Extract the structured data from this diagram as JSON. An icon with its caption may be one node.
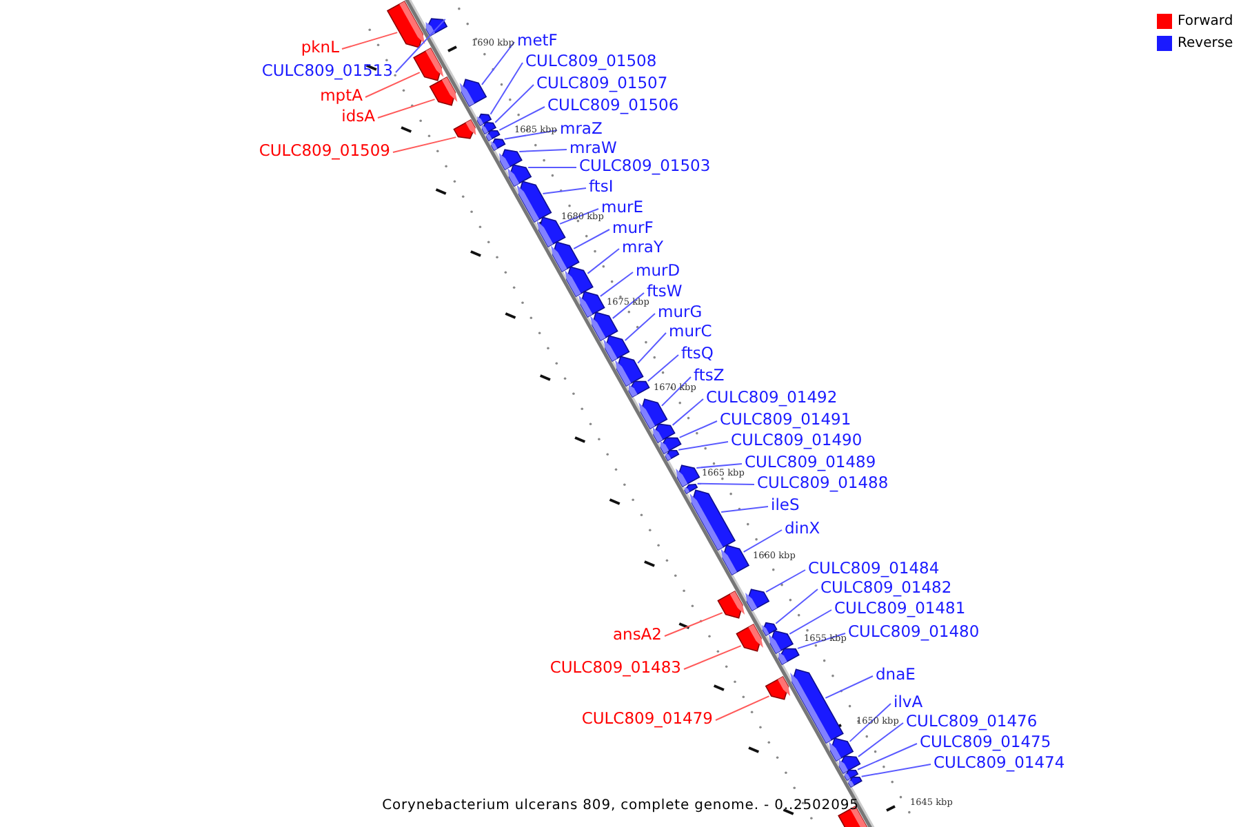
{
  "diagram": {
    "caption": "Corynebacterium ulcerans 809, complete genome. - 0..2502095",
    "nodes": [
      {
        "text": [
          "metF"
        ]
      },
      {
        "text": [],
        "shape": "arrow"
      },
      {
        "text": [
          "pknL"
        ]
      },
      {
        "text": [],
        "shape": "arrow"
      },
      {
        "text": [
          "CULC809_01508"
        ]
      },
      {
        "text": [],
        "shape": "arrow"
      },
      {
        "text": [
          "CULC809_01513"
        ]
      },
      {
        "text": [],
        "shape": "arrow"
      },
      {
        "text": [
          "CULC809_01507"
        ]
      },
      {
        "text": [],
        "shape": "arrow"
      },
      {
        "text": [
          "mptA"
        ]
      },
      {
        "text": [],
        "shape": "arrow"
      },
      {
        "text": [
          "CULC809_01506"
        ]
      },
      {
        "text": [],
        "shape": "arrow"
      },
      {
        "text": [
          "idsA"
        ]
      },
      {
        "text": [],
        "shape": "arrow"
      },
      {
        "text": [
          "mraZ"
        ]
      },
      {
        "text": [],
        "shape": "arrow"
      },
      {
        "text": [
          "mraW"
        ]
      },
      {
        "text": [],
        "shape": "arrow"
      },
      {
        "text": [
          "CULC809_01509"
        ]
      },
      {
        "text": [],
        "shape": "arrow"
      },
      {
        "text": [
          "CULC809_01503"
        ]
      },
      {
        "text": [],
        "shape": "arrow"
      },
      {
        "text": [
          "ftsI"
        ]
      },
      {
        "text": [],
        "shape": "arrow"
      },
      {
        "text": [
          "murE"
        ]
      },
      {
        "text": [],
        "shape": "arrow"
      },
      {
        "text": [
          "murF"
        ]
      },
      {
        "text": [],
        "shape": "arrow"
      },
      {
        "text": [
          "mraY"
        ]
      },
      {
        "text": [],
        "shape": "arrow"
      },
      {
        "text": [
          "murD"
        ]
      },
      {
        "text": [],
        "shape": "arrow"
      },
      {
        "text": [
          "ftsW"
        ]
      },
      {
        "text": [],
        "shape": "arrow"
      },
      {
        "text": [
          "murG"
        ]
      },
      {
        "text": [],
        "shape": "arrow"
      },
      {
        "text": [
          "murC"
        ]
      },
      {
        "text": [],
        "shape": "arrow"
      },
      {
        "text": [
          "ftsQ"
        ]
      },
      {
        "text": [],
        "shape": "arrow"
      },
      {
        "text": [
          "ftsZ"
        ]
      },
      {
        "text": [],
        "shape": "arrow"
      },
      {
        "text": [
          "CULC809_01492"
        ]
      },
      {
        "text": [],
        "shape": "arrow"
      },
      {
        "text": [
          "CULC809_01491"
        ]
      },
      {
        "text": [],
        "shape": "arrow"
      },
      {
        "text": [
          "CULC809_01490"
        ]
      },
      {
        "text": [],
        "shape": "arrow"
      },
      {
        "text": [
          "CULC809_01489"
        ]
      },
      {
        "text": [],
        "shape": "arrow"
      },
      {
        "text": [
          "CULC809_01488"
        ]
      },
      {
        "text": [],
        "shape": "arrow"
      },
      {
        "text": [
          "ileS"
        ]
      },
      {
        "text": [],
        "shape": "arrow"
      },
      {
        "text": [
          "dinX"
        ]
      },
      {
        "text": [],
        "shape": "arrow"
      },
      {
        "text": [
          "CULC809_01484"
        ]
      },
      {
        "text": [],
        "shape": "arrow"
      },
      {
        "text": [
          "CULC809_01482"
        ]
      },
      {
        "text": [],
        "shape": "arrow"
      },
      {
        "text": [
          "CULC809_01481"
        ]
      },
      {
        "text": [],
        "shape": "arrow"
      },
      {
        "text": [
          "CULC809_01480"
        ]
      },
      {
        "text": [],
        "shape": "arrow"
      },
      {
        "text": [
          "ansA2"
        ]
      },
      {
        "text": [],
        "shape": "arrow"
      },
      {
        "text": [
          "CULC809_01483"
        ]
      },
      {
        "text": [],
        "shape": "arrow"
      },
      {
        "text": [
          "dnaE"
        ]
      },
      {
        "text": [],
        "shape": "arrow"
      },
      {
        "text": [
          "ilvA"
        ]
      },
      {
        "text": [],
        "shape": "arrow"
      },
      {
        "text": [
          "CULC809_01479"
        ]
      },
      {
        "text": [],
        "shape": "arrow"
      },
      {
        "text": [
          "CULC809_01476"
        ]
      },
      {
        "text": [],
        "shape": "arrow"
      },
      {
        "text": [
          "CULC809_01475"
        ]
      },
      {
        "text": [],
        "shape": "arrow"
      },
      {
        "text": [
          "CULC809_01474"
        ]
      },
      {
        "text": [],
        "shape": "arrow"
      },
      {
        "text": [],
        "shape": "arrow"
      }
    ],
    "edges": [
      {
        "from": 0,
        "to": 1,
        "arrow": "none"
      },
      {
        "from": 2,
        "to": 3,
        "arrow": "none",
        "color": "#ff5a5a"
      },
      {
        "from": 4,
        "to": 5,
        "arrow": "none"
      },
      {
        "from": 6,
        "to": 7,
        "arrow": "none"
      },
      {
        "from": 8,
        "to": 9,
        "arrow": "none"
      },
      {
        "from": 10,
        "to": 11,
        "arrow": "none",
        "color": "#ff5a5a"
      },
      {
        "from": 12,
        "to": 13,
        "arrow": "none"
      },
      {
        "from": 14,
        "to": 15,
        "arrow": "none",
        "color": "#ff5a5a"
      },
      {
        "from": 16,
        "to": 17,
        "arrow": "none"
      },
      {
        "from": 18,
        "to": 19,
        "arrow": "none"
      },
      {
        "from": 20,
        "to": 21,
        "arrow": "none",
        "color": "#ff5a5a"
      },
      {
        "from": 22,
        "to": 23,
        "arrow": "none"
      },
      {
        "from": 24,
        "to": 25,
        "arrow": "none"
      },
      {
        "from": 26,
        "to": 27,
        "arrow": "none"
      },
      {
        "from": 28,
        "to": 29,
        "arrow": "none"
      },
      {
        "from": 30,
        "to": 31,
        "arrow": "none"
      },
      {
        "from": 32,
        "to": 33,
        "arrow": "none"
      },
      {
        "from": 34,
        "to": 35,
        "arrow": "none"
      },
      {
        "from": 36,
        "to": 37,
        "arrow": "none"
      },
      {
        "from": 38,
        "to": 39,
        "arrow": "none"
      },
      {
        "from": 40,
        "to": 41,
        "arrow": "none"
      },
      {
        "from": 42,
        "to": 43,
        "arrow": "none"
      },
      {
        "from": 44,
        "to": 45,
        "arrow": "none"
      },
      {
        "from": 46,
        "to": 47,
        "arrow": "none"
      },
      {
        "from": 48,
        "to": 49,
        "arrow": "none"
      },
      {
        "from": 50,
        "to": 51,
        "arrow": "none"
      },
      {
        "from": 52,
        "to": 53,
        "arrow": "none"
      },
      {
        "from": 54,
        "to": 55,
        "arrow": "none"
      },
      {
        "from": 56,
        "to": 57,
        "arrow": "none"
      },
      {
        "from": 58,
        "to": 59,
        "arrow": "none"
      },
      {
        "from": 60,
        "to": 61,
        "arrow": "none"
      },
      {
        "from": 62,
        "to": 63,
        "arrow": "none"
      },
      {
        "from": 64,
        "to": 65,
        "arrow": "none"
      },
      {
        "from": 66,
        "to": 67,
        "arrow": "none",
        "color": "#ff5a5a"
      },
      {
        "from": 68,
        "to": 69,
        "arrow": "none",
        "color": "#ff5a5a"
      },
      {
        "from": 70,
        "to": 71,
        "arrow": "none"
      },
      {
        "from": 72,
        "to": 73,
        "arrow": "none"
      },
      {
        "from": 74,
        "to": 75,
        "arrow": "none",
        "color": "#ff5a5a"
      },
      {
        "from": 76,
        "to": 77,
        "arrow": "none"
      },
      {
        "from": 78,
        "to": 79,
        "arrow": "none"
      },
      {
        "from": 80,
        "to": 81,
        "arrow": "none"
      }
    ],
    "labels": [
      "1690 kbp",
      "1685 kbp",
      "1680 kbp",
      "1675 kbp",
      "1670 kbp",
      "1665 kbp",
      "1660 kbp",
      "1655 kbp",
      "1650 kbp",
      "1645 kbp"
    ],
    "legend": [
      {
        "text": "Forward",
        "color": "#ff0000"
      },
      {
        "text": "Reverse",
        "color": "#1a1aff"
      }
    ]
  }
}
